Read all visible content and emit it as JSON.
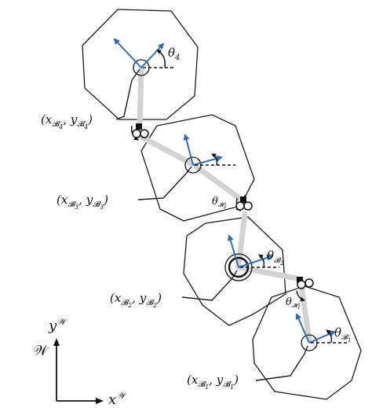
{
  "frame": {
    "symbol": "𝒲",
    "y_label": "y",
    "y_sup": "𝒲",
    "x_label": "x",
    "x_sup": "𝒲"
  },
  "bodies": [
    {
      "id": "B4",
      "label_main": "(x",
      "label_sub1": "𝓑",
      "label_sub1b": "4",
      "label_mid": ", y",
      "label_sub2": "𝓑",
      "label_sub2b": "4",
      "label_end": ")",
      "angle": "θ",
      "angle_sub": "4"
    },
    {
      "id": "B3",
      "label_main": "(x",
      "label_sub1": "𝓑",
      "label_sub1b": "3",
      "label_mid": ", y",
      "label_sub2": "𝓑",
      "label_sub2b": "3",
      "label_end": ")"
    },
    {
      "id": "B2",
      "label_main": "(x",
      "label_sub1": "𝓑",
      "label_sub1b": "2",
      "label_mid": ", y",
      "label_sub2": "𝓑",
      "label_sub2b": "2",
      "label_end": ")",
      "angle": "θ",
      "angle_sub": "𝓑",
      "angle_subb": "2"
    },
    {
      "id": "B1",
      "label_main": "(x",
      "label_sub1": "𝓑",
      "label_sub1b": "1",
      "label_mid": ", y",
      "label_sub2": "𝓑",
      "label_sub2b": "1",
      "label_end": ")",
      "angle": "θ",
      "angle_sub": "𝓑",
      "angle_subb": "1"
    }
  ],
  "hinges": [
    {
      "id": "H2",
      "angle": "θ",
      "angle_sub": "𝓗",
      "angle_subb": "2"
    },
    {
      "id": "H1",
      "angle": "θ",
      "angle_sub": "𝓗",
      "angle_subb": "1"
    }
  ],
  "colors": {
    "body_axes": "#2f6db5",
    "link": "#d2d2d2",
    "outline": "#1a1a1a"
  }
}
